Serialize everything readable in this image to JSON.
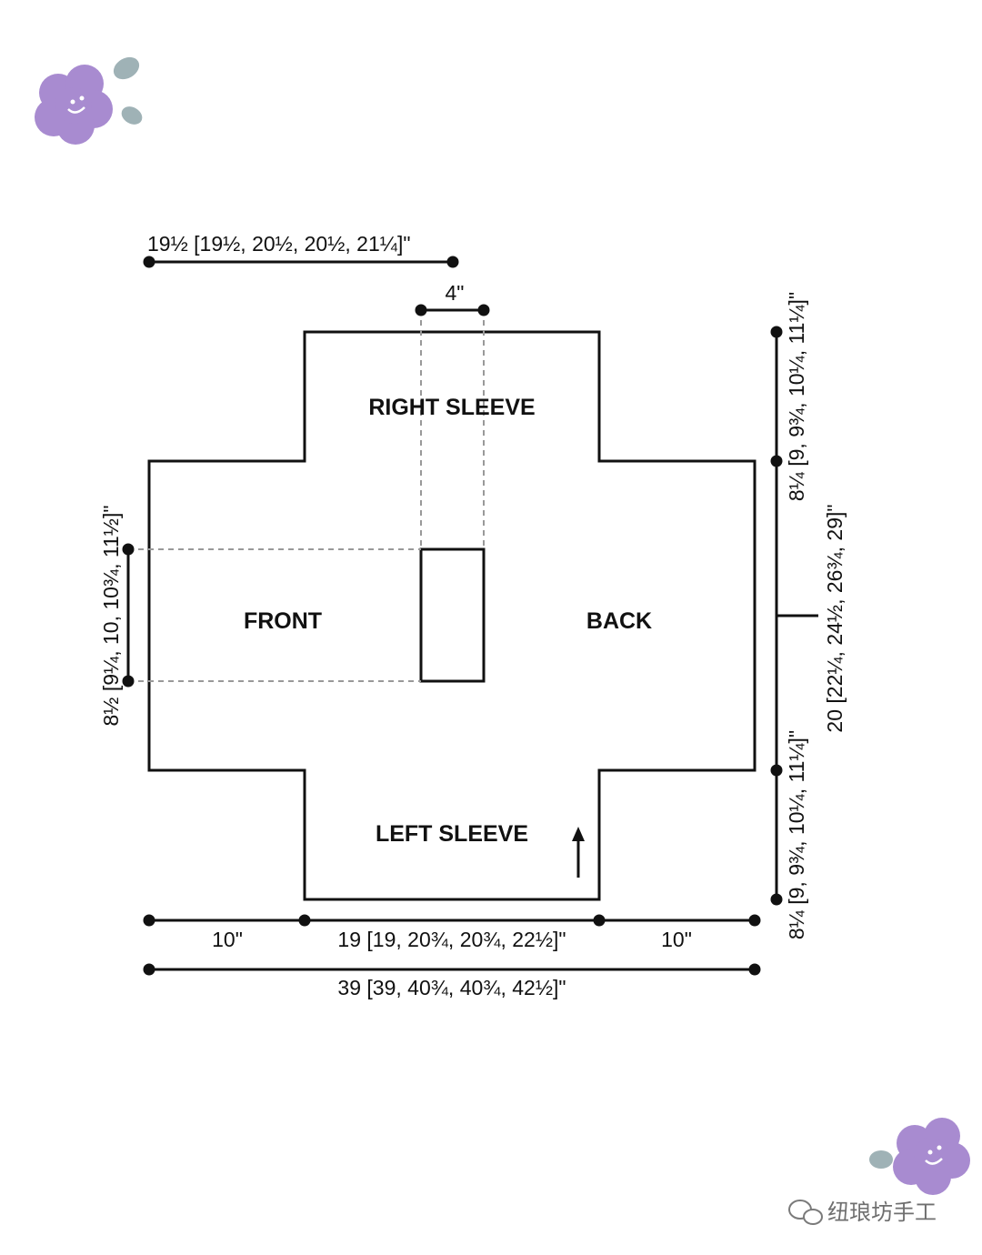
{
  "labels": {
    "right_sleeve": "RIGHT SLEEVE",
    "left_sleeve": "LEFT SLEEVE",
    "front": "FRONT",
    "back": "BACK"
  },
  "dimensions": {
    "top_width": "19½ [19½, 20½, 20½, 21¼]\"",
    "neck": "4\"",
    "left_side": "8½ [9¼, 10, 10¾, 11½]\"",
    "right_upper": "8¼ [9, 9¾, 10¼, 11¼]\"",
    "right_lower": "8¼ [9, 9¾, 10¼, 11¼]\"",
    "right_total": "20 [22¼, 24½, 26¾, 29]\"",
    "bottom_left": "10\"",
    "bottom_middle": "19 [19, 20¾, 20¾, 22½]\"",
    "bottom_right": "10\"",
    "bottom_total": "39 [39, 40¾, 40¾, 42½]\""
  },
  "watermark": "纽琅坊手工",
  "colors": {
    "flower": "#a88bd0",
    "leaf": "#9fb2b6",
    "line": "#111111"
  }
}
